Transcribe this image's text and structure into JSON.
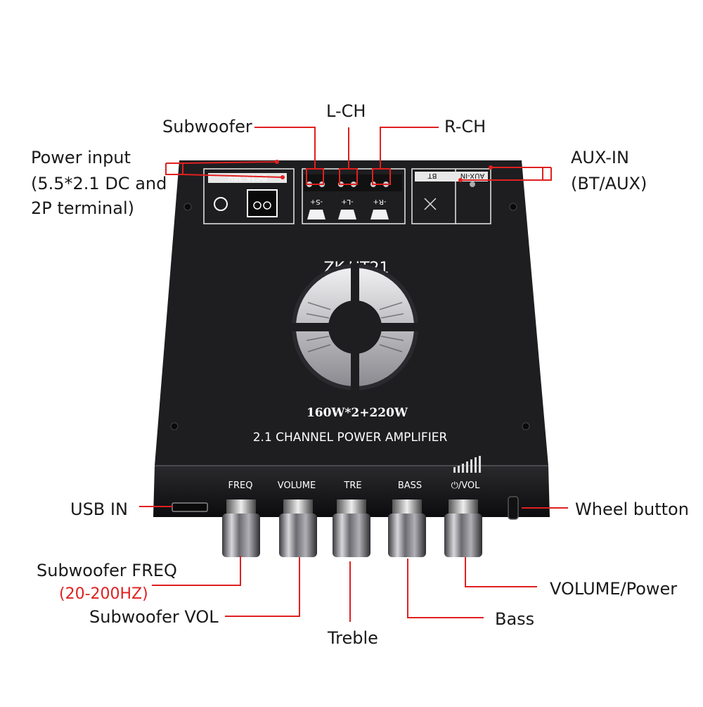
{
  "product": {
    "model": "ZK-HT21",
    "power_rating": "160W*2+220W",
    "description": "2.1 CHANNEL POWER AMPLIFIER",
    "dc_label": "DC15-36V",
    "speaker_terminals": [
      "-S+",
      "-L+",
      "-R+"
    ],
    "aux_panel": [
      "BT",
      "AUX-IN"
    ],
    "knob_labels": [
      "FREQ",
      "VOLUME",
      "TRE",
      "BASS",
      "⏻/VOL"
    ]
  },
  "callouts": {
    "subwoofer": "Subwoofer",
    "lch": "L-CH",
    "rch": "R-CH",
    "power_input_1": "Power input",
    "power_input_2": "(5.5*2.1 DC and",
    "power_input_3": "2P terminal)",
    "aux_in_1": "AUX-IN",
    "aux_in_2": "(BT/AUX)",
    "usb_in": "USB IN",
    "wheel_button": "Wheel button",
    "sub_freq": "Subwoofer FREQ",
    "sub_freq_range": "(20-200HZ)",
    "sub_vol": "Subwoofer VOL",
    "treble": "Treble",
    "bass": "Bass",
    "volume_power": "VOLUME/Power"
  },
  "colors": {
    "leader_line": "#e02020",
    "panel": "#1b1b1d",
    "panel_text": "#ffffff"
  }
}
